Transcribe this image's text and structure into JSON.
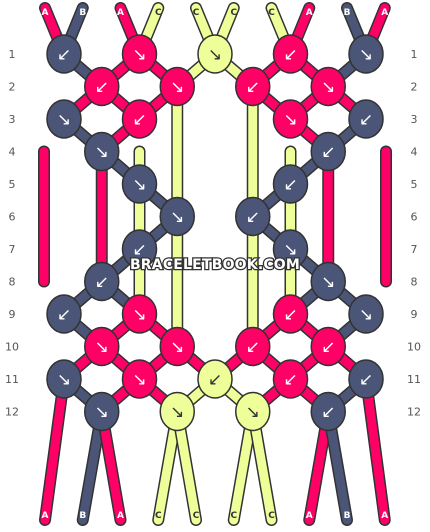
{
  "watermark": "BRACELETBOOK.COM",
  "colors": {
    "A": "#ff0066",
    "B": "#4a5577",
    "C": "#eeff99"
  },
  "top_strands": [
    "A",
    "B",
    "A",
    "C",
    "C",
    "C",
    "C",
    "A",
    "B",
    "A"
  ],
  "bottom_strands": [
    "A",
    "B",
    "A",
    "C",
    "C",
    "C",
    "C",
    "A",
    "B",
    "A"
  ],
  "row_labels": [
    "1",
    "2",
    "3",
    "4",
    "5",
    "6",
    "7",
    "8",
    "9",
    "10",
    "11",
    "12"
  ],
  "knots": [
    {
      "row": 1,
      "col": 0,
      "color": "B",
      "dir": "↙"
    },
    {
      "row": 1,
      "col": 2,
      "color": "A",
      "dir": "↘"
    },
    {
      "row": 1,
      "col": 4,
      "color": "C",
      "dir": "↘"
    },
    {
      "row": 1,
      "col": 6,
      "color": "A",
      "dir": "↙"
    },
    {
      "row": 1,
      "col": 8,
      "color": "B",
      "dir": "↘"
    },
    {
      "row": 2,
      "col": 1,
      "color": "A",
      "dir": "↙"
    },
    {
      "row": 2,
      "col": 3,
      "color": "A",
      "dir": "↘"
    },
    {
      "row": 2,
      "col": 5,
      "color": "A",
      "dir": "↙"
    },
    {
      "row": 2,
      "col": 7,
      "color": "A",
      "dir": "↘"
    },
    {
      "row": 3,
      "col": 0,
      "color": "B",
      "dir": "↘"
    },
    {
      "row": 3,
      "col": 2,
      "color": "A",
      "dir": "↙"
    },
    {
      "row": 3,
      "col": 6,
      "color": "A",
      "dir": "↘"
    },
    {
      "row": 3,
      "col": 8,
      "color": "B",
      "dir": "↙"
    },
    {
      "row": 4,
      "col": 1,
      "color": "B",
      "dir": "↘"
    },
    {
      "row": 4,
      "col": 7,
      "color": "B",
      "dir": "↙"
    },
    {
      "row": 5,
      "col": 2,
      "color": "B",
      "dir": "↘"
    },
    {
      "row": 5,
      "col": 6,
      "color": "B",
      "dir": "↙"
    },
    {
      "row": 6,
      "col": 3,
      "color": "B",
      "dir": "↘"
    },
    {
      "row": 6,
      "col": 5,
      "color": "B",
      "dir": "↙"
    },
    {
      "row": 7,
      "col": 2,
      "color": "B",
      "dir": "↙"
    },
    {
      "row": 7,
      "col": 6,
      "color": "B",
      "dir": "↘"
    },
    {
      "row": 8,
      "col": 1,
      "color": "B",
      "dir": "↙"
    },
    {
      "row": 8,
      "col": 7,
      "color": "B",
      "dir": "↘"
    },
    {
      "row": 9,
      "col": 0,
      "color": "B",
      "dir": "↙"
    },
    {
      "row": 9,
      "col": 2,
      "color": "A",
      "dir": "↘"
    },
    {
      "row": 9,
      "col": 6,
      "color": "A",
      "dir": "↙"
    },
    {
      "row": 9,
      "col": 8,
      "color": "B",
      "dir": "↘"
    },
    {
      "row": 10,
      "col": 1,
      "color": "A",
      "dir": "↘"
    },
    {
      "row": 10,
      "col": 3,
      "color": "A",
      "dir": "↘"
    },
    {
      "row": 10,
      "col": 5,
      "color": "A",
      "dir": "↙"
    },
    {
      "row": 10,
      "col": 7,
      "color": "A",
      "dir": "↙"
    },
    {
      "row": 11,
      "col": 0,
      "color": "B",
      "dir": "↘"
    },
    {
      "row": 11,
      "col": 2,
      "color": "A",
      "dir": "↘"
    },
    {
      "row": 11,
      "col": 4,
      "color": "C",
      "dir": "↙"
    },
    {
      "row": 11,
      "col": 6,
      "color": "A",
      "dir": "↙"
    },
    {
      "row": 11,
      "col": 8,
      "color": "B",
      "dir": "↙"
    },
    {
      "row": 12,
      "col": 1,
      "color": "B",
      "dir": "↘"
    },
    {
      "row": 12,
      "col": 3,
      "color": "C",
      "dir": "↘"
    },
    {
      "row": 12,
      "col": 5,
      "color": "C",
      "dir": "↘"
    },
    {
      "row": 12,
      "col": 7,
      "color": "B",
      "dir": "↙"
    }
  ]
}
